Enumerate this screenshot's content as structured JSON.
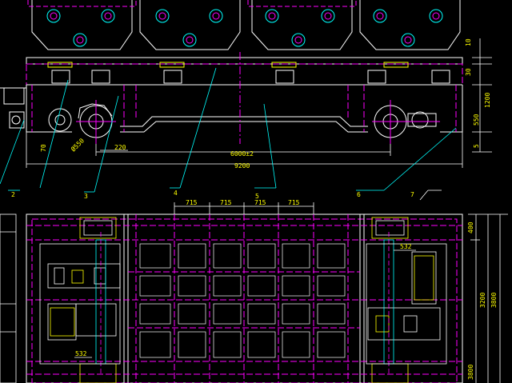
{
  "colors": {
    "background": "#000000",
    "outline": "#ffffff",
    "centerline": "#ff00ff",
    "dimension": "#00ffff",
    "leader": "#00ffff",
    "part": "#ffff00",
    "hatch": "#00ff00",
    "text": "#ffff00"
  },
  "elevation_view": {
    "dimensions": {
      "top_right_a": "10",
      "top_right_b": "30",
      "height_total": "1200",
      "height_axle": "550",
      "height_low": "5",
      "wheel_radius": "70",
      "wheel_diameter": "Ø550",
      "wheel_offset": "220",
      "wheelbase": "6000±2",
      "overall_length": "9200"
    },
    "part_numbers": [
      "2",
      "3",
      "4",
      "5",
      "6",
      "7"
    ]
  },
  "plan_view": {
    "dimensions": {
      "spacing": [
        "715",
        "715",
        "715",
        "715"
      ],
      "drive_left": "532",
      "drive_right": "532",
      "width_a": "400",
      "width_b": "3200",
      "width_total": "3800",
      "width_c": "3800"
    }
  }
}
